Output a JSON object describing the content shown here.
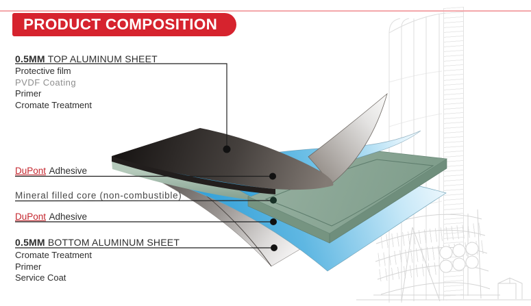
{
  "banner": {
    "title": "PRODUCT COMPOSITION"
  },
  "top_sheet": {
    "thickness": "0.5MM",
    "title": "TOP ALUMINUM SHEET",
    "sub_layers": [
      "Protective film",
      "PVDF Coating",
      "Primer",
      "Cromate Treatment"
    ]
  },
  "callouts": {
    "adhesive_top": {
      "brand": "DuPont",
      "label": "Adhesive"
    },
    "core": {
      "label": "Mineral filled core (non-combustible)"
    },
    "adhesive_bottom": {
      "brand": "DuPont",
      "label": "Adhesive"
    }
  },
  "bottom_sheet": {
    "thickness": "0.5MM",
    "title": "BOTTOM ALUMINUM SHEET",
    "sub_layers": [
      "Cromate Treatment",
      "Primer",
      "Service Coat"
    ]
  },
  "diagram": {
    "layers": [
      "top-aluminum-sheet",
      "adhesive-top",
      "mineral-core",
      "adhesive-bottom",
      "bottom-aluminum-sheet"
    ],
    "background": "building-line-sketch"
  },
  "colors": {
    "banner_red": "#d6232e",
    "accent_line_pink": "#f3a7aa",
    "dupont_red": "#c4252d",
    "top_sheet_dark": "#23201e",
    "adhesive_blue": "#2d9fd8",
    "core_green": "#8ba795",
    "bottom_sheet_gray": "#a8a5a2",
    "leader_line": "#1f1f1f",
    "sketch_gray": "#dcdcdc"
  }
}
